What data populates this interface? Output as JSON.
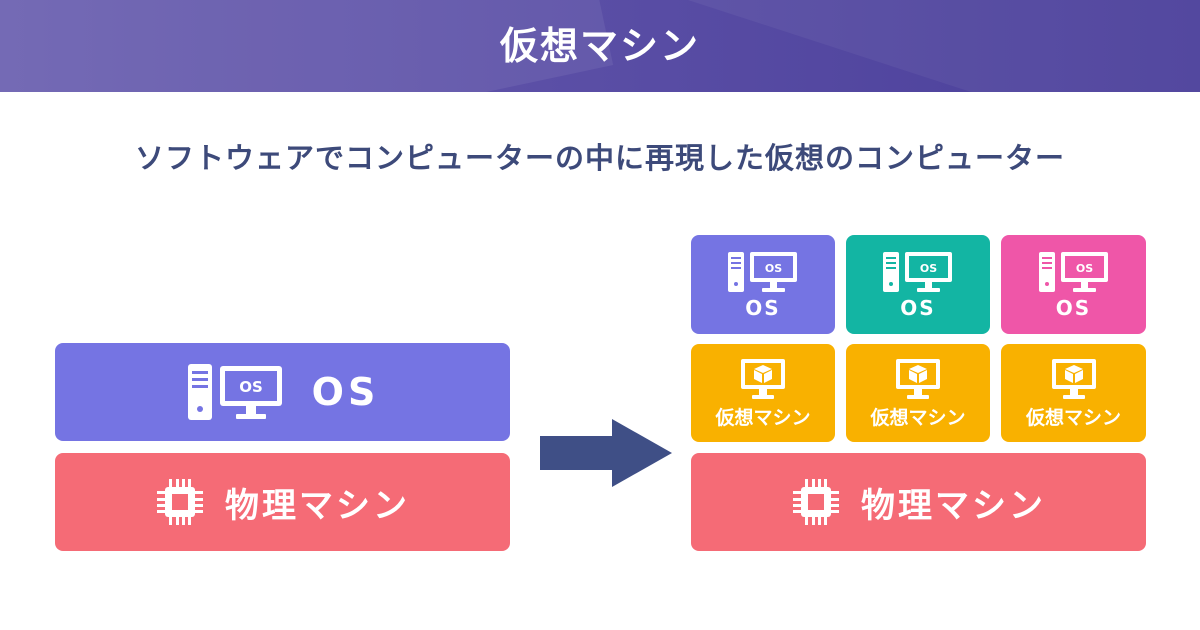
{
  "header": {
    "title": "仮想マシン"
  },
  "subtitle": "ソフトウェアでコンピューターの中に再現した仮想のコンピューター",
  "left": {
    "os_label": "OS",
    "os_screen_label": "OS",
    "physical_label": "物理マシン"
  },
  "right": {
    "os_boxes": [
      {
        "label": "OS",
        "screen_label": "OS",
        "color": "#7574e3"
      },
      {
        "label": "OS",
        "screen_label": "OS",
        "color": "#13b5a3"
      },
      {
        "label": "OS",
        "screen_label": "OS",
        "color": "#ef56a8"
      }
    ],
    "vm_boxes": [
      {
        "label": "仮想マシン",
        "color": "#f9b100"
      },
      {
        "label": "仮想マシン",
        "color": "#f9b100"
      },
      {
        "label": "仮想マシン",
        "color": "#f9b100"
      }
    ],
    "physical_label": "物理マシン"
  },
  "colors": {
    "header": "#5b4fa6",
    "subtitle_text": "#3d4a7a",
    "os": "#7574e3",
    "physical": "#f56b76",
    "vm": "#f9b100",
    "arrow": "#3f4f86"
  },
  "icons": {
    "os": "server-monitor-icon",
    "vm": "monitor-box-icon",
    "physical": "chip-icon",
    "arrow": "arrow-right-icon"
  }
}
